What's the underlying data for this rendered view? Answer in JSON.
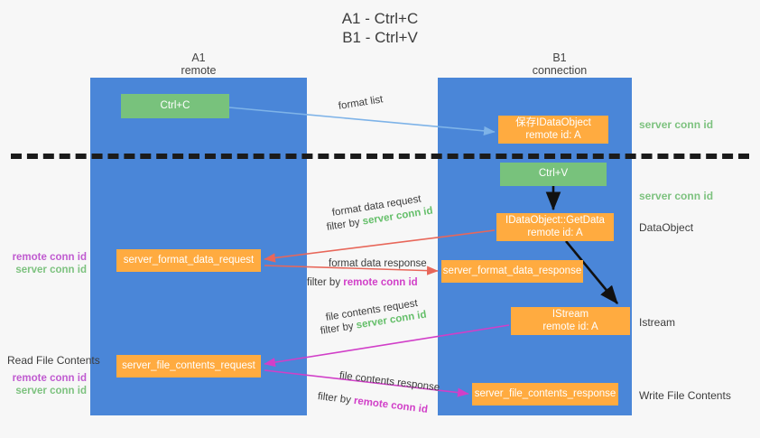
{
  "title": {
    "line1": "A1 - Ctrl+C",
    "line2": "B1 - Ctrl+V"
  },
  "lanes": {
    "left": {
      "name": "A1",
      "subtitle": "remote"
    },
    "right": {
      "name": "B1",
      "subtitle": "connection"
    }
  },
  "boxes": {
    "ctrl_c": {
      "label": "Ctrl+C",
      "color": "#78c27c"
    },
    "save_idataobject": {
      "line1": "保存IDataObject",
      "line2": "remote id: A",
      "color": "#ffab40"
    },
    "ctrl_v": {
      "label": "Ctrl+V",
      "color": "#78c27c"
    },
    "getdata": {
      "line1": "IDataObject::GetData",
      "line2": "remote id: A",
      "color": "#ffab40"
    },
    "istream": {
      "line1": "IStream",
      "line2": "remote id: A",
      "color": "#ffab40"
    },
    "server_format_data_request": {
      "label": "server_format_data_request",
      "color": "#ffab40"
    },
    "server_format_data_response": {
      "label": "server_format_data_response",
      "color": "#ffab40"
    },
    "server_file_contents_request": {
      "label": "server_file_contents_request",
      "color": "#ffab40"
    },
    "server_file_contents_response": {
      "label": "server_file_contents_response",
      "color": "#ffab40"
    }
  },
  "side_labels": {
    "server_conn_id_top": "server conn id",
    "server_conn_id_second": "server conn id",
    "dataobject": "DataObject",
    "istream": "Istream",
    "write_file_contents": "Write File Contents"
  },
  "left_labels": {
    "read_file_contents": "Read File Contents",
    "remote_conn_id": "remote conn id",
    "server_conn_id": "server conn id"
  },
  "edges": {
    "format_list": "format list",
    "format_data_request": "format data request",
    "format_data_response": "format data response",
    "file_contents_request": "file contents request",
    "file_contents_response": "file contents response",
    "filter_by": "filter by",
    "server_conn_id": "server conn id",
    "remote_conn_id": "remote conn id"
  },
  "colors": {
    "lane": "#4a86d8",
    "green_box": "#78c27c",
    "orange_box": "#ffab40",
    "green_text": "#7dc27f",
    "magenta_text": "#c05bd0",
    "arrow_blue": "#7eb3e8",
    "arrow_red": "#e8675a",
    "arrow_magenta": "#d13fc8",
    "arrow_black": "#111111",
    "divider": "#1b1b1b"
  }
}
